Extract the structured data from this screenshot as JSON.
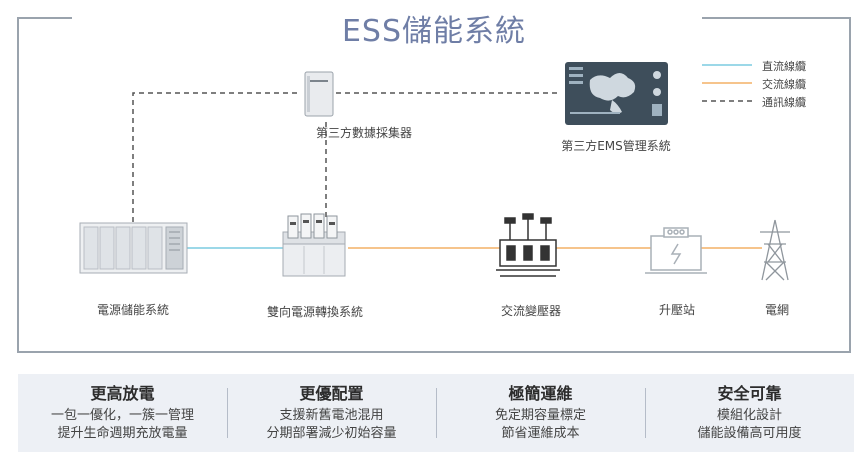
{
  "title": "ESS儲能系統",
  "legend": [
    {
      "label": "直流線纜",
      "color": "#7ccbe0",
      "style": "solid"
    },
    {
      "label": "交流線纜",
      "color": "#f3b167",
      "style": "solid"
    },
    {
      "label": "通訊線纜",
      "color": "#555555",
      "style": "dashed"
    }
  ],
  "nodes": {
    "collector": "第三方數據採集器",
    "ems": "第三方EMS管理系統",
    "battery": "電源儲能系統",
    "pcs": "雙向電源轉換系統",
    "transformer": "交流變壓器",
    "substation": "升壓站",
    "grid": "電網"
  },
  "footer": [
    {
      "title": "更高放電",
      "lines": [
        "一包一優化，一簇一管理",
        "提升生命週期充放電量"
      ]
    },
    {
      "title": "更優配置",
      "lines": [
        "支援新舊電池混用",
        "分期部署減少初始容量"
      ]
    },
    {
      "title": "極簡運維",
      "lines": [
        "免定期容量標定",
        "節省運維成本"
      ]
    },
    {
      "title": "安全可靠",
      "lines": [
        "模組化設計",
        "儲能設備高可用度"
      ]
    }
  ]
}
